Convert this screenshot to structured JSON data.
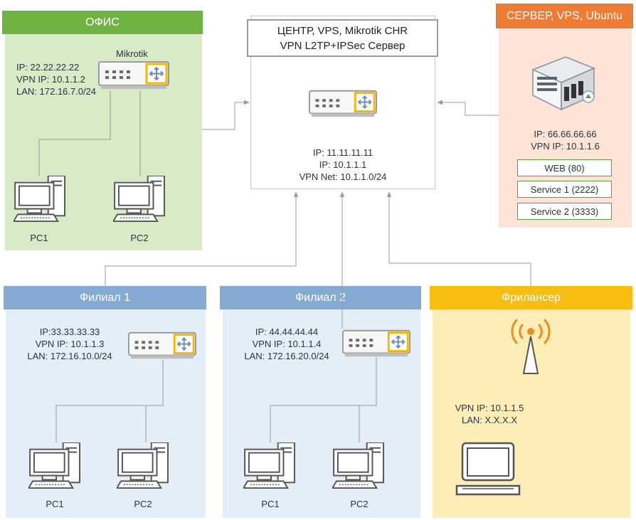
{
  "office": {
    "title": "ОФИС",
    "router_label": "Mikrotik",
    "info": [
      "IP: 22.22.22.22",
      "VPN IP: 10.1.1.2",
      "LAN: 172.16.7.0/24"
    ],
    "pcs": [
      "PC1",
      "PC2"
    ]
  },
  "center": {
    "title_line1": "ЦЕНТР, VPS, Mikrotik CHR",
    "title_line2": "VPN L2TP+IPSec Сервер",
    "info": [
      "IP: 11.11.11.11",
      "IP: 10.1.1.1",
      "VPN Net: 10.1.1.0/24"
    ]
  },
  "server": {
    "title": "СЕРВЕР, VPS, Ubuntu",
    "info": [
      "IP: 66.66.66.66",
      "VPN IP: 10.1.1.6"
    ],
    "services": [
      "WEB (80)",
      "Service 1 (2222)",
      "Service 2 (3333)"
    ]
  },
  "branch1": {
    "title": "Филиал 1",
    "info": [
      "IP:33.33.33.33",
      "VPN IP: 10.1.1.3",
      "LAN: 172.16.10.0/24"
    ],
    "pcs": [
      "PC1",
      "PC2"
    ]
  },
  "branch2": {
    "title": "Филиал 2",
    "info": [
      "IP: 44.44.44.44",
      "VPN IP: 10.1.1.4",
      "LAN: 172.16.20.0/24"
    ],
    "pcs": [
      "PC1",
      "PC2"
    ]
  },
  "freelancer": {
    "title": "Фрилансер",
    "info": [
      "VPN IP: 10.1.1.5",
      "LAN: X.X.X.X"
    ]
  },
  "colors": {
    "green_panel": "#d6ebc6",
    "green_header": "#6fb442",
    "blue_panel": "#e4eef8",
    "blue_header": "#86abd3",
    "yellow_panel": "#fdeeb8",
    "yellow_header": "#f6be12",
    "peach_panel": "#fde4d6",
    "orange_header": "#ee7c35",
    "router_accent": "#f5b800"
  }
}
